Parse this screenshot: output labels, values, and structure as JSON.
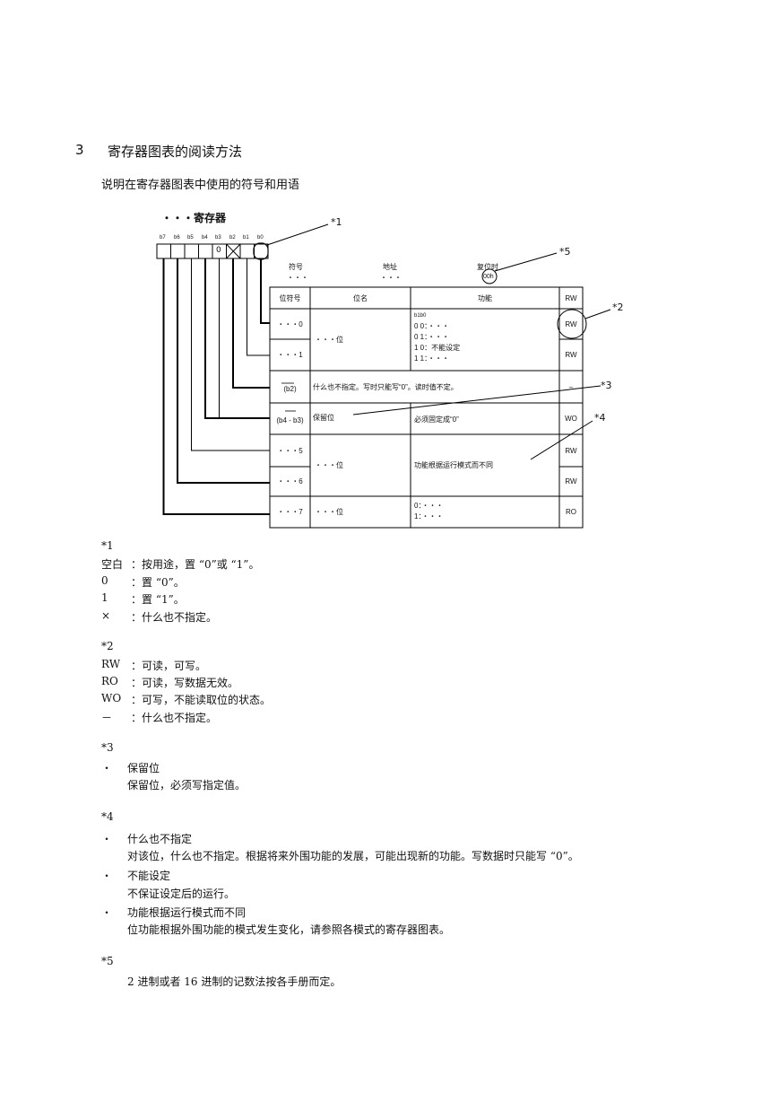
{
  "section": {
    "number": "3",
    "title": "寄存器图表的阅读方法",
    "intro": "说明在寄存器图表中使用的符号和用语"
  },
  "diagram": {
    "register_title": "・・・寄存器",
    "bit_labels": [
      "b7",
      "b6",
      "b5",
      "b4",
      "b3",
      "b2",
      "b1",
      "b0"
    ],
    "bit_cell_b3": "0",
    "callouts": {
      "c1": "*1",
      "c2": "*2",
      "c3": "*3",
      "c4": "*4",
      "c5": "*5"
    },
    "symbol_label": "符号",
    "symbol_value": "・・・",
    "address_label": "地址",
    "address_value": "・・・",
    "reset_label": "复位时",
    "reset_value": "00h",
    "table": {
      "headers": {
        "bit_symbol": "位符号",
        "bit_name": "位名",
        "function": "功能",
        "rw": "RW"
      },
      "rows": [
        {
          "sym": "・・・0",
          "rw": "RW"
        },
        {
          "sym": "・・・1",
          "rw": "RW"
        },
        {
          "sym": "(b2)",
          "text": "什么也不指定。写时只能写“0”。读时值不定。",
          "rw": "–"
        },
        {
          "sym": "(b4 - b3)",
          "name": "保留位",
          "func": "必须固定成“0”",
          "rw": "WO"
        },
        {
          "sym": "・・・5",
          "rw": "RW"
        },
        {
          "sym": "・・・6",
          "rw": "RW"
        },
        {
          "sym": "・・・7",
          "name": "・・・位",
          "rw": "RO"
        }
      ],
      "merged_name_01": "・・・位",
      "func_01": [
        "b1b0",
        "0 0：・・・",
        "0 1：・・・",
        "1 0：不能设定",
        "1 1：・・・"
      ],
      "merged_name_56": "・・・位",
      "func_56": "功能根据运行模式而不同",
      "func_7": [
        "0：・・・",
        "1：・・・"
      ]
    }
  },
  "notes": {
    "n1": {
      "mark": "*1",
      "lines": [
        {
          "key": "空白",
          "text": "：按用途，置 “0”或 “1”。"
        },
        {
          "key": "0",
          "text": "：置 “0”。"
        },
        {
          "key": "1",
          "text": "：置 “1”。"
        },
        {
          "key": "×",
          "text": "：什么也不指定。"
        }
      ]
    },
    "n2": {
      "mark": "*2",
      "lines": [
        {
          "key": "RW",
          "text": "：可读，可写。"
        },
        {
          "key": "RO",
          "text": "：可读，写数据无效。"
        },
        {
          "key": "WO",
          "text": "：可写，不能读取位的状态。"
        },
        {
          "key": "－",
          "text": "：什么也不指定。"
        }
      ]
    },
    "n3": {
      "mark": "*3",
      "items": [
        {
          "bullet": "・",
          "title": "保留位",
          "body": "保留位，必须写指定值。"
        }
      ]
    },
    "n4": {
      "mark": "*4",
      "items": [
        {
          "bullet": "・",
          "title": "什么也不指定",
          "body": "对该位，什么也不指定。根据将来外围功能的发展，可能出现新的功能。写数据时只能写 “0”。"
        },
        {
          "bullet": "・",
          "title": "不能设定",
          "body": "不保证设定后的运行。"
        },
        {
          "bullet": "・",
          "title": "功能根据运行模式而不同",
          "body": "位功能根据外围功能的模式发生变化，请参照各模式的寄存器图表。"
        }
      ]
    },
    "n5": {
      "mark": "*5",
      "body": "2 进制或者 16 进制的记数法按各手册而定。"
    }
  }
}
